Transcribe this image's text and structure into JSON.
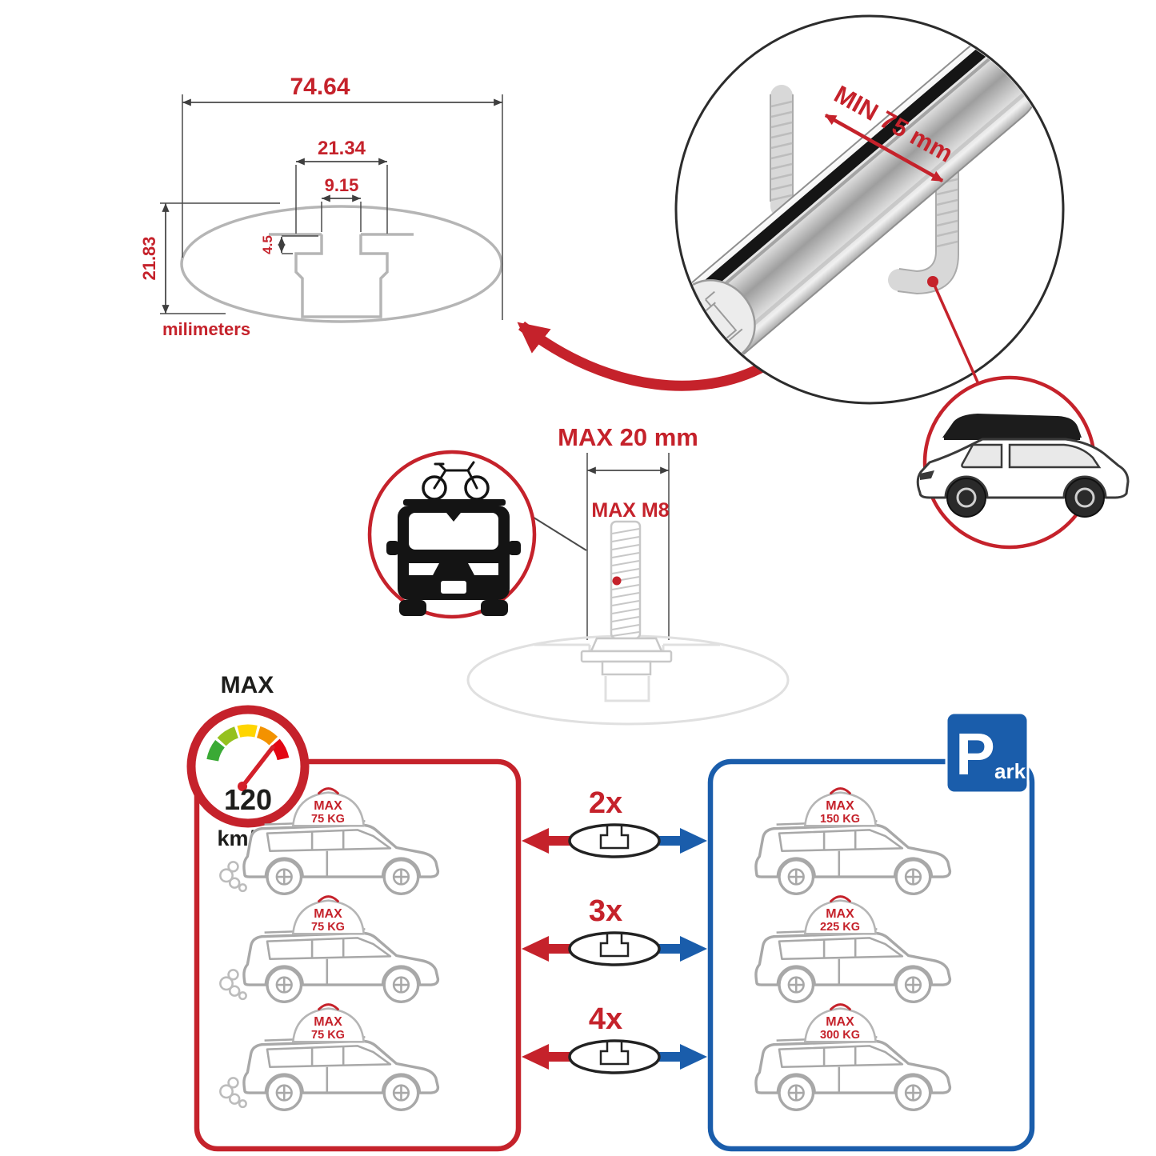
{
  "colors": {
    "accent_red": "#c5222b",
    "accent_blue": "#1a5dab",
    "line_gray": "#b5b5b5",
    "ink": "#1d1d1b"
  },
  "cross_section": {
    "width": "74.64",
    "channel_outer": "21.34",
    "channel_inner": "9.15",
    "lip_depth": "4.5",
    "height": "21.83",
    "units": "milimeters"
  },
  "bar_detail": {
    "min_grip": "MIN 75 mm"
  },
  "bolt": {
    "max_length": "MAX 20 mm",
    "max_thread": "MAX M8"
  },
  "speed_limit": {
    "label": "MAX",
    "value": "120",
    "units": "km/h"
  },
  "park_sign": {
    "letter": "P",
    "rest": "ark"
  },
  "capacity": {
    "multipliers": [
      "2x",
      "3x",
      "4x"
    ],
    "driving": [
      {
        "label": "MAX",
        "value": "75 KG"
      },
      {
        "label": "MAX",
        "value": "75 KG"
      },
      {
        "label": "MAX",
        "value": "75 KG"
      }
    ],
    "parked": [
      {
        "label": "MAX",
        "value": "150 KG"
      },
      {
        "label": "MAX",
        "value": "225 KG"
      },
      {
        "label": "MAX",
        "value": "300 KG"
      }
    ]
  }
}
